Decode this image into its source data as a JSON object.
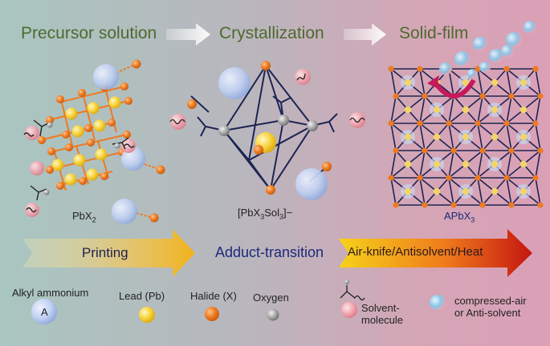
{
  "stages": {
    "precursor": "Precursor solution",
    "crystallization": "Crystallization",
    "solid_film": "Solid-film"
  },
  "species": {
    "pbx2": {
      "base": "PbX",
      "sub": "2",
      "tail": ""
    },
    "adduct": {
      "pre": "[PbX",
      "sub1": "3",
      "mid": "Sol",
      "sub2": "3",
      "tail": "]−"
    },
    "apbx3": {
      "base": "APbX",
      "sub": "3"
    }
  },
  "process": {
    "printing": "Printing",
    "adduct_transition": "Adduct-transition",
    "post_treatment": "Air-knife/Antisolvent/Heat"
  },
  "legend": {
    "alkyl_ammonium": "Alkyl ammonium",
    "ammonium_symbol": "A",
    "lead": "Lead (Pb)",
    "halide": "Halide (X)",
    "oxygen": "Oxygen",
    "solvent_line1": "Solvent-",
    "solvent_line2": "molecule",
    "air_line1": "compressed-air",
    "air_line2": "or Anti-solvent"
  },
  "colors": {
    "title_green": "#4d6a2f",
    "printing_arrow": "#f2b21b",
    "post_arrow_start": "#f5c518",
    "post_arrow_end": "#c91a12",
    "lead": "#f7d33b",
    "halide": "#ee7a21",
    "oxygen": "#9a9a9a",
    "ammonium": "#b9ccf0",
    "solvent": "#f2a7b1",
    "air": "#7ec2e4",
    "framework": "#1c2452",
    "rotation_arrow": "#c51a5c"
  }
}
